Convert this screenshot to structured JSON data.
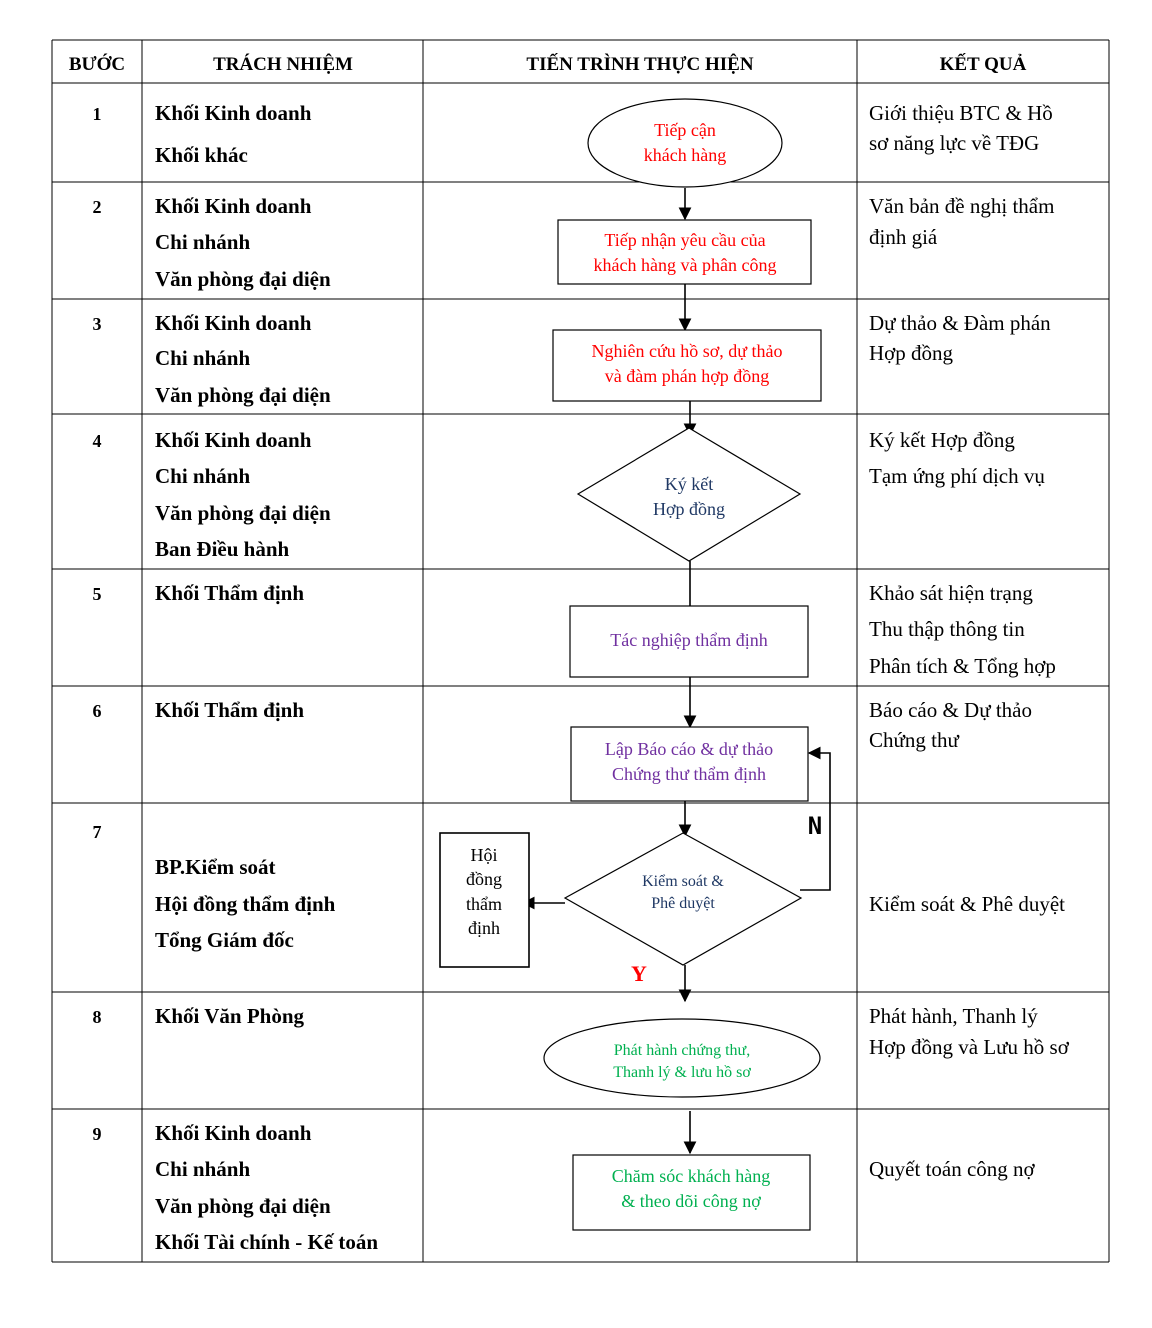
{
  "headers": {
    "step": "BƯỚC",
    "responsibility": "TRÁCH NHIỆM",
    "process": "TIẾN TRÌNH THỰC HIỆN",
    "result": "KẾT QUẢ"
  },
  "rows": [
    {
      "step": "1",
      "responsibility": [
        "Khối Kinh doanh",
        "Khối khác"
      ],
      "result": [
        "Giới thiệu BTC & Hồ",
        "sơ năng lực về TĐG"
      ]
    },
    {
      "step": "2",
      "responsibility": [
        "Khối Kinh doanh",
        "Chi nhánh",
        "Văn phòng đại diện"
      ],
      "result": [
        "Văn bản đề nghị thẩm",
        "định giá"
      ]
    },
    {
      "step": "3",
      "responsibility": [
        "Khối Kinh doanh",
        "Chi nhánh",
        "Văn phòng đại diện"
      ],
      "result": [
        "Dự thảo & Đàm phán",
        "Hợp đồng"
      ]
    },
    {
      "step": "4",
      "responsibility": [
        "Khối Kinh doanh",
        "Chi nhánh",
        "Văn phòng đại diện",
        "Ban Điều hành"
      ],
      "result": [
        "Ký kết Hợp đồng",
        "Tạm ứng phí dịch vụ"
      ]
    },
    {
      "step": "5",
      "responsibility": [
        "Khối Thẩm định"
      ],
      "result": [
        "Khảo sát hiện trạng",
        "Thu thập thông tin",
        "Phân tích & Tổng hợp"
      ]
    },
    {
      "step": "6",
      "responsibility": [
        "Khối Thẩm định"
      ],
      "result": [
        "Báo cáo & Dự thảo",
        "Chứng thư"
      ]
    },
    {
      "step": "7",
      "responsibility": [
        "BP.Kiểm soát",
        "Hội đồng thẩm định",
        "Tổng Giám đốc"
      ],
      "result": [
        "Kiểm soát & Phê duyệt"
      ]
    },
    {
      "step": "8",
      "responsibility": [
        "Khối Văn Phòng"
      ],
      "result": [
        "Phát hành, Thanh lý",
        "Hợp đồng và Lưu hồ sơ"
      ]
    },
    {
      "step": "9",
      "responsibility": [
        "Khối Kinh doanh",
        "Chi nhánh",
        "Văn phòng đại diện",
        "Khối Tài chính - Kế toán"
      ],
      "result": [
        "Quyết toán công nợ"
      ]
    }
  ],
  "nodes": {
    "approach": {
      "shape": "ellipse",
      "lines": [
        "Tiếp cận",
        "khách hàng"
      ],
      "color": "#ff0000"
    },
    "receive": {
      "shape": "rect",
      "lines": [
        "Tiếp nhận yêu cầu của",
        "khách hàng và phân công"
      ],
      "color": "#ff0000"
    },
    "research": {
      "shape": "rect",
      "lines": [
        "Nghiên cứu hồ sơ, dự thảo",
        "và đàm phán hợp đồng"
      ],
      "color": "#ff0000"
    },
    "sign": {
      "shape": "diamond",
      "lines": [
        "Ký kết",
        "Hợp đồng"
      ],
      "color": "#1f3864"
    },
    "appraise": {
      "shape": "rect",
      "lines": [
        "Tác nghiệp thẩm định"
      ],
      "color": "#7030a0"
    },
    "report": {
      "shape": "rect",
      "lines": [
        "Lập Báo cáo & dự thảo",
        "Chứng thư thẩm định"
      ],
      "color": "#7030a0"
    },
    "control": {
      "shape": "diamond",
      "lines": [
        "Kiểm soát &",
        "Phê duyệt"
      ],
      "color": "#1f3864"
    },
    "council": {
      "shape": "rect",
      "lines": [
        "Hội",
        "đồng",
        "thẩm",
        "định"
      ],
      "color": "#000000"
    },
    "issue": {
      "shape": "ellipse",
      "lines": [
        "Phát hành chứng thư,",
        "Thanh lý & lưu hồ sơ"
      ],
      "color": "#00b050"
    },
    "care": {
      "shape": "rect",
      "lines": [
        "Chăm sóc khách hàng",
        "& theo dõi công nợ"
      ],
      "color": "#00b050"
    }
  },
  "branch_labels": {
    "no": "N",
    "yes": "Y"
  },
  "colors": {
    "no_label": "#000000",
    "yes_label": "#ff0000"
  }
}
